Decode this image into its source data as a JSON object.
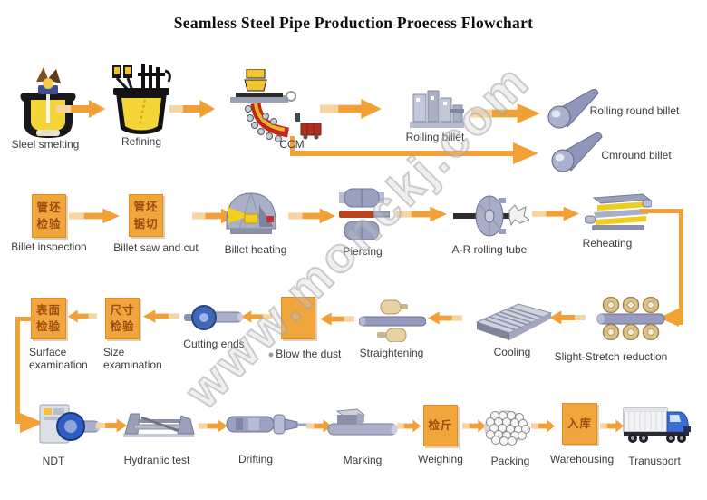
{
  "title": "Seamless Steel Pipe Production Proecess Flowchart",
  "watermark": "www.monckj.com",
  "colors": {
    "arrow_orange": "#f1a038",
    "arrow_tail_light": "#f8d4a2",
    "connector_orange": "#f2a136",
    "box_fill": "#f1a53d",
    "box_text": "#9e4a10",
    "label_text": "#3c3c3c",
    "watermark_gray": "#b9b9b9",
    "pipe_blue_gray": "#959cc0",
    "roller_tan": "#dcc28c"
  },
  "row1": {
    "steel_smelting": "Sleel smelting",
    "refining": "Refining",
    "ccm": "CCM",
    "rolling_billet": "Rolling billet",
    "rolling_round_billet": "Rolling round billet",
    "cmround_billet": "Cmround billet"
  },
  "row2": {
    "billet_inspection": "Billet inspection",
    "billet_inspection_cn": "管坯\n检验",
    "billet_saw_and_cut": "Billet saw and cut",
    "billet_saw_and_cut_cn": "管坯\n锯切",
    "billet_heating": "Billet heating",
    "piercing": "Piercing",
    "ar_rolling_tube": "A-R rolling tube",
    "reheating": "Reheating"
  },
  "row3": {
    "slight_stretch_reduction": "Slight-Stretch reduction",
    "cooling": "Cooling",
    "straightening": "Straightening",
    "blow_bullet": "●",
    "blow_the_dust": "Blow the dust",
    "cutting_ends": "Cutting ends",
    "size_examination": "Size\nexamination",
    "size_examination_cn": "尺寸\n检验",
    "surface_examination": "Surface\nexamination",
    "surface_examination_cn": "表面\n检验"
  },
  "row4": {
    "ndt": "NDT",
    "hydranlic_test": "Hydranlic test",
    "drifting": "Drifting",
    "marking": "Marking",
    "weighing": "Weighing",
    "weighing_cn": "检斤",
    "packing": "Packing",
    "warehousing": "Warehousing",
    "warehousing_cn": "入库",
    "tranusport": "Tranusport"
  }
}
